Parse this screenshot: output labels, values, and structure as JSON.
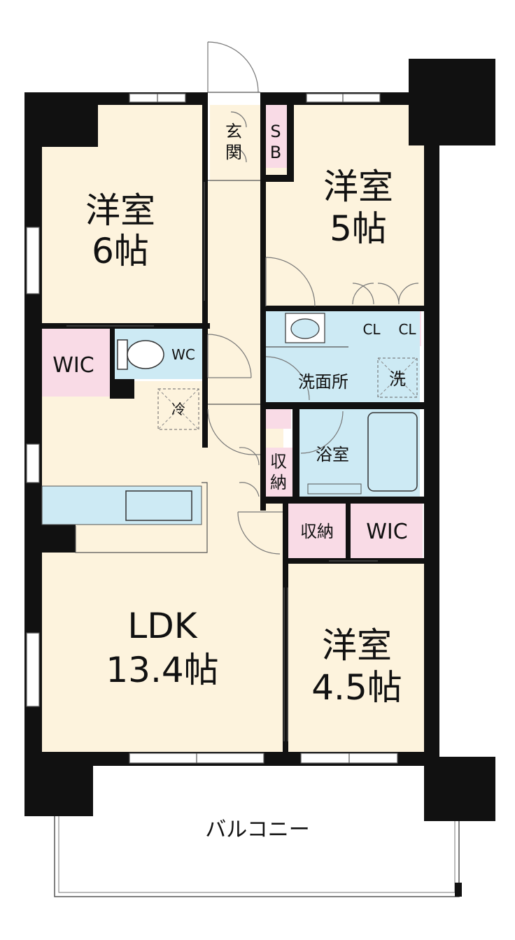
{
  "rooms": {
    "western_6": {
      "name": "洋室",
      "size": "6帖"
    },
    "western_5": {
      "name": "洋室",
      "size": "5帖"
    },
    "western_4_5": {
      "name": "洋室",
      "size": "4.5帖"
    },
    "ldk": {
      "name": "LDK",
      "size": "13.4帖"
    },
    "entrance": {
      "line1": "玄",
      "line2": "関"
    },
    "shoe_box": {
      "line1": "S",
      "line2": "B"
    },
    "wic_left": "WIC",
    "wic_right": "WIC",
    "wc": "WC",
    "cl1": "CL",
    "cl2": "CL",
    "washroom": "洗面所",
    "washer": "洗",
    "fridge": "冷",
    "bath": "浴室",
    "storage_small": {
      "line1": "収",
      "line2": "納"
    },
    "storage_wide": "収納",
    "balcony": "バルコニー"
  },
  "colors": {
    "wall": "#111111",
    "room": "#fdf3dd",
    "closet": "#f9dbe6",
    "wet_area": "#cdeaf4"
  }
}
